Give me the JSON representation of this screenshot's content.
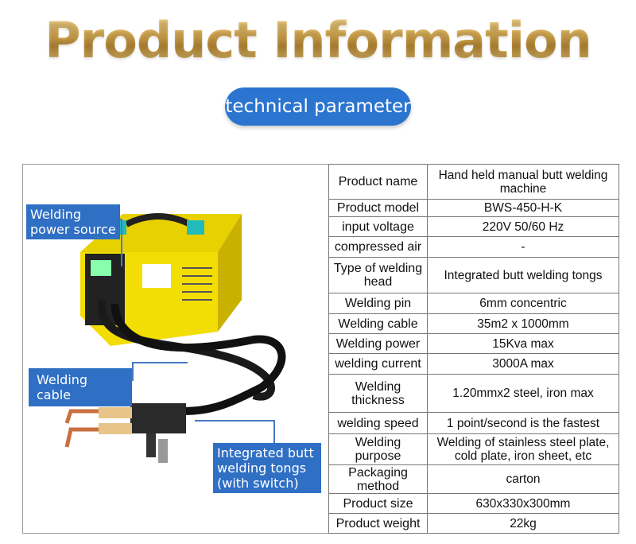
{
  "header": {
    "title": "Product Information",
    "subtitle": "technical parameter"
  },
  "image_labels": {
    "power_source": "Welding power source",
    "cable": "Welding cable",
    "tongs": "Integrated butt welding tongs (with switch)"
  },
  "specs": [
    {
      "key": "Product name",
      "value": "Hand held manual butt welding machine"
    },
    {
      "key": "Product model",
      "value": "BWS-450-H-K"
    },
    {
      "key": "input voltage",
      "value": "220V  50/60  Hz"
    },
    {
      "key": "compressed air",
      "value": "-"
    },
    {
      "key": "Type of welding head",
      "value": "Integrated butt welding tongs"
    },
    {
      "key": "Welding pin",
      "value": "6mm concentric"
    },
    {
      "key": "Welding cable",
      "value": "35m2  x 1000mm"
    },
    {
      "key": "Welding power",
      "value": "15Kva max"
    },
    {
      "key": "welding current",
      "value": "3000A max"
    },
    {
      "key": "Welding thickness",
      "value": "1.20mmx2 steel, iron max"
    },
    {
      "key": "welding speed",
      "value": "1 point/second is the fastest"
    },
    {
      "key": "Welding purpose",
      "value": "Welding of stainless steel plate, cold plate, iron sheet, etc"
    },
    {
      "key": "Packaging method",
      "value": "carton"
    },
    {
      "key": "Product size",
      "value": "630x330x300mm"
    },
    {
      "key": "Product weight",
      "value": "22kg"
    }
  ]
}
